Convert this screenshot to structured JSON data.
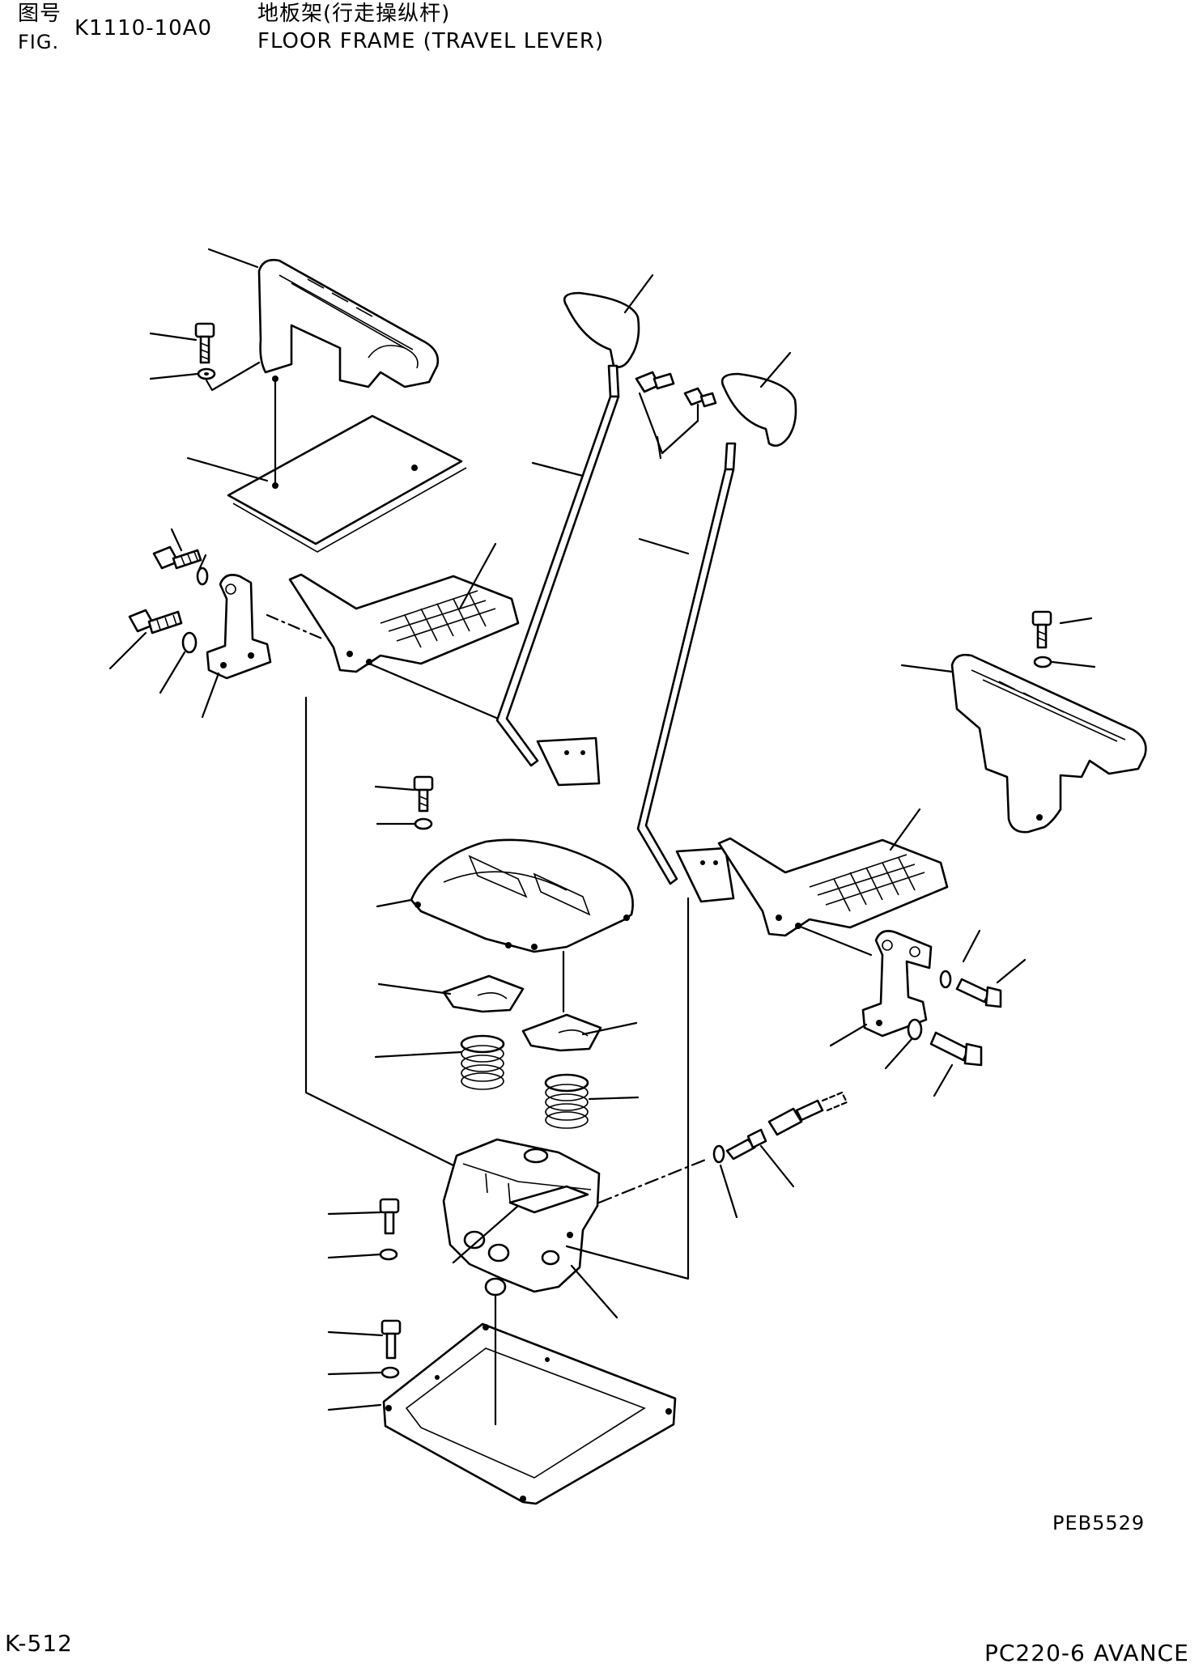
{
  "header": {
    "cn_label": "图号",
    "figure_number": "K1110-10A0",
    "cn_title": "地板架(行走操纵杆)",
    "fig_label": "FIG.",
    "en_title": "FLOOR FRAME (TRAVEL LEVER)"
  },
  "drawing_code": "PEB5529",
  "footer": {
    "page": "K-512",
    "model": "PC220-6 AVANCE"
  },
  "line_color": "#000000",
  "background_color": "#ffffff"
}
